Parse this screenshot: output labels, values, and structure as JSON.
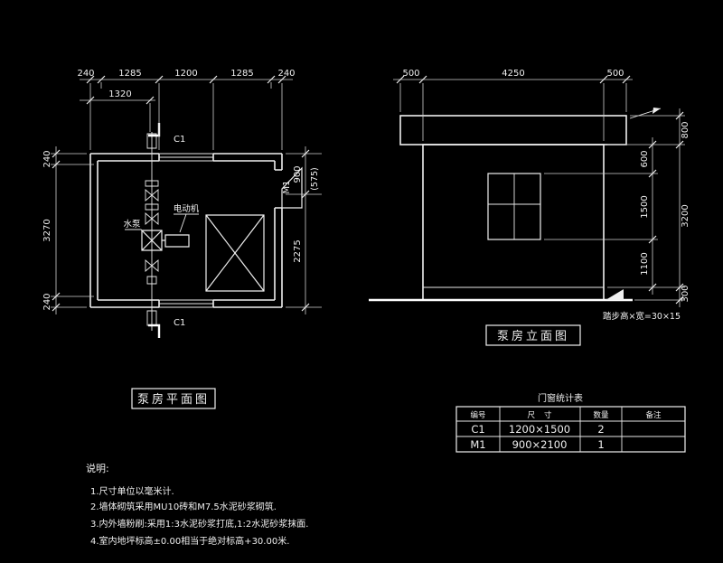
{
  "drawing": {
    "bg": "#000000",
    "line_color": "#f0f0f0"
  },
  "plan": {
    "title": "泵房平面图",
    "dims": {
      "top": [
        "240",
        "1285",
        "1200",
        "1285",
        "240"
      ],
      "top2": "1320",
      "left": [
        "240",
        "3270",
        "240"
      ],
      "right": [
        "900",
        "(575)",
        "2275"
      ]
    },
    "labels": {
      "window_top": "C1",
      "window_bottom": "C1",
      "door": "M1",
      "pump": "水泵",
      "motor": "电动机"
    }
  },
  "elevation": {
    "title": "泵房立面图",
    "dims": {
      "top": [
        "500",
        "4250",
        "500"
      ],
      "right_inner": [
        "600",
        "1500",
        "1100"
      ],
      "right_outer": [
        "800",
        "3200",
        "300"
      ]
    },
    "step_note": "踏步高×宽=30×15"
  },
  "table": {
    "title": "门窗统计表",
    "headers": [
      "编号",
      "尺寸",
      "数量",
      "备注"
    ],
    "rows": [
      {
        "id": "C1",
        "size": "1200×1500",
        "qty": "2",
        "note": ""
      },
      {
        "id": "M1",
        "size": "900×2100",
        "qty": "1",
        "note": ""
      }
    ]
  },
  "notes": {
    "heading": "说明:",
    "items": [
      "1.尺寸单位以毫米计.",
      "2.墙体砌筑采用MU10砖和M7.5水泥砂浆砌筑.",
      "3.内外墙粉刷:采用1:3水泥砂浆打底,1:2水泥砂浆抹面.",
      "4.室内地坪标高±0.00相当于绝对标高+30.00米."
    ]
  }
}
